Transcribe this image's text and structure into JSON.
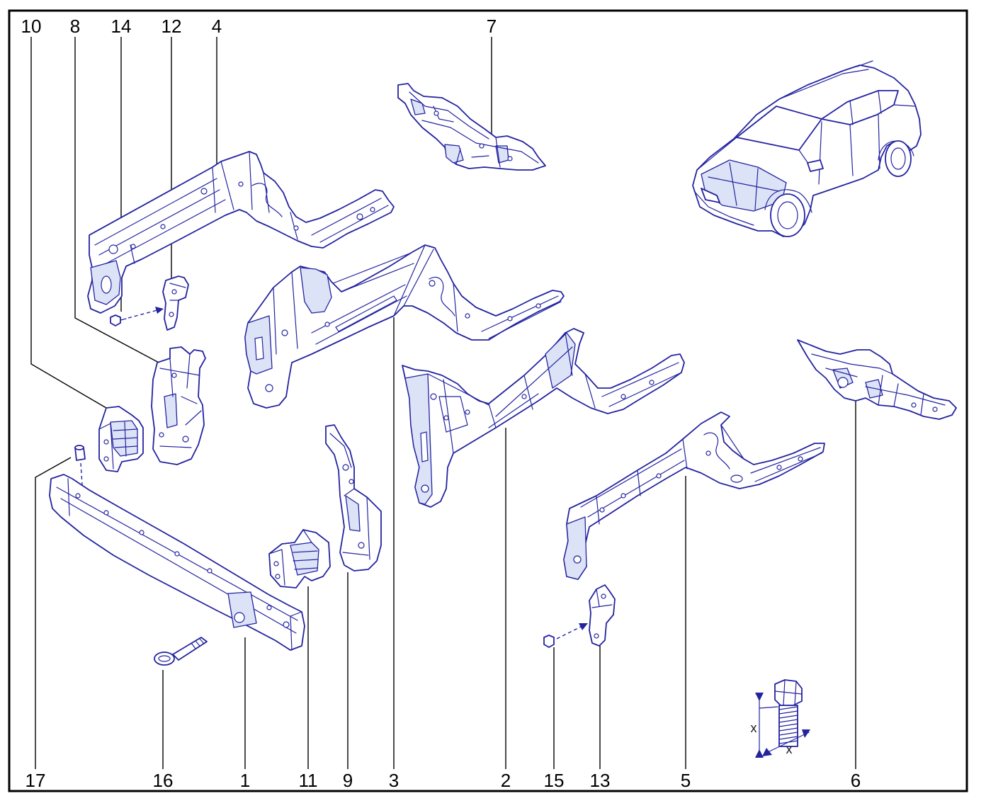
{
  "callouts": {
    "top": [
      "10",
      "8",
      "14",
      "12",
      "4",
      "7"
    ],
    "bottom": [
      "17",
      "16",
      "1",
      "11",
      "9",
      "3",
      "2",
      "15",
      "13",
      "5",
      "6"
    ]
  },
  "dimension_labels": [
    "x",
    "x"
  ],
  "colors": {
    "part_line": "#2323a0",
    "part_fill": "#ffffff",
    "part_shade": "#dce3f6",
    "callout_text": "#000000",
    "leader_line": "#000000",
    "frame": "#000000"
  }
}
